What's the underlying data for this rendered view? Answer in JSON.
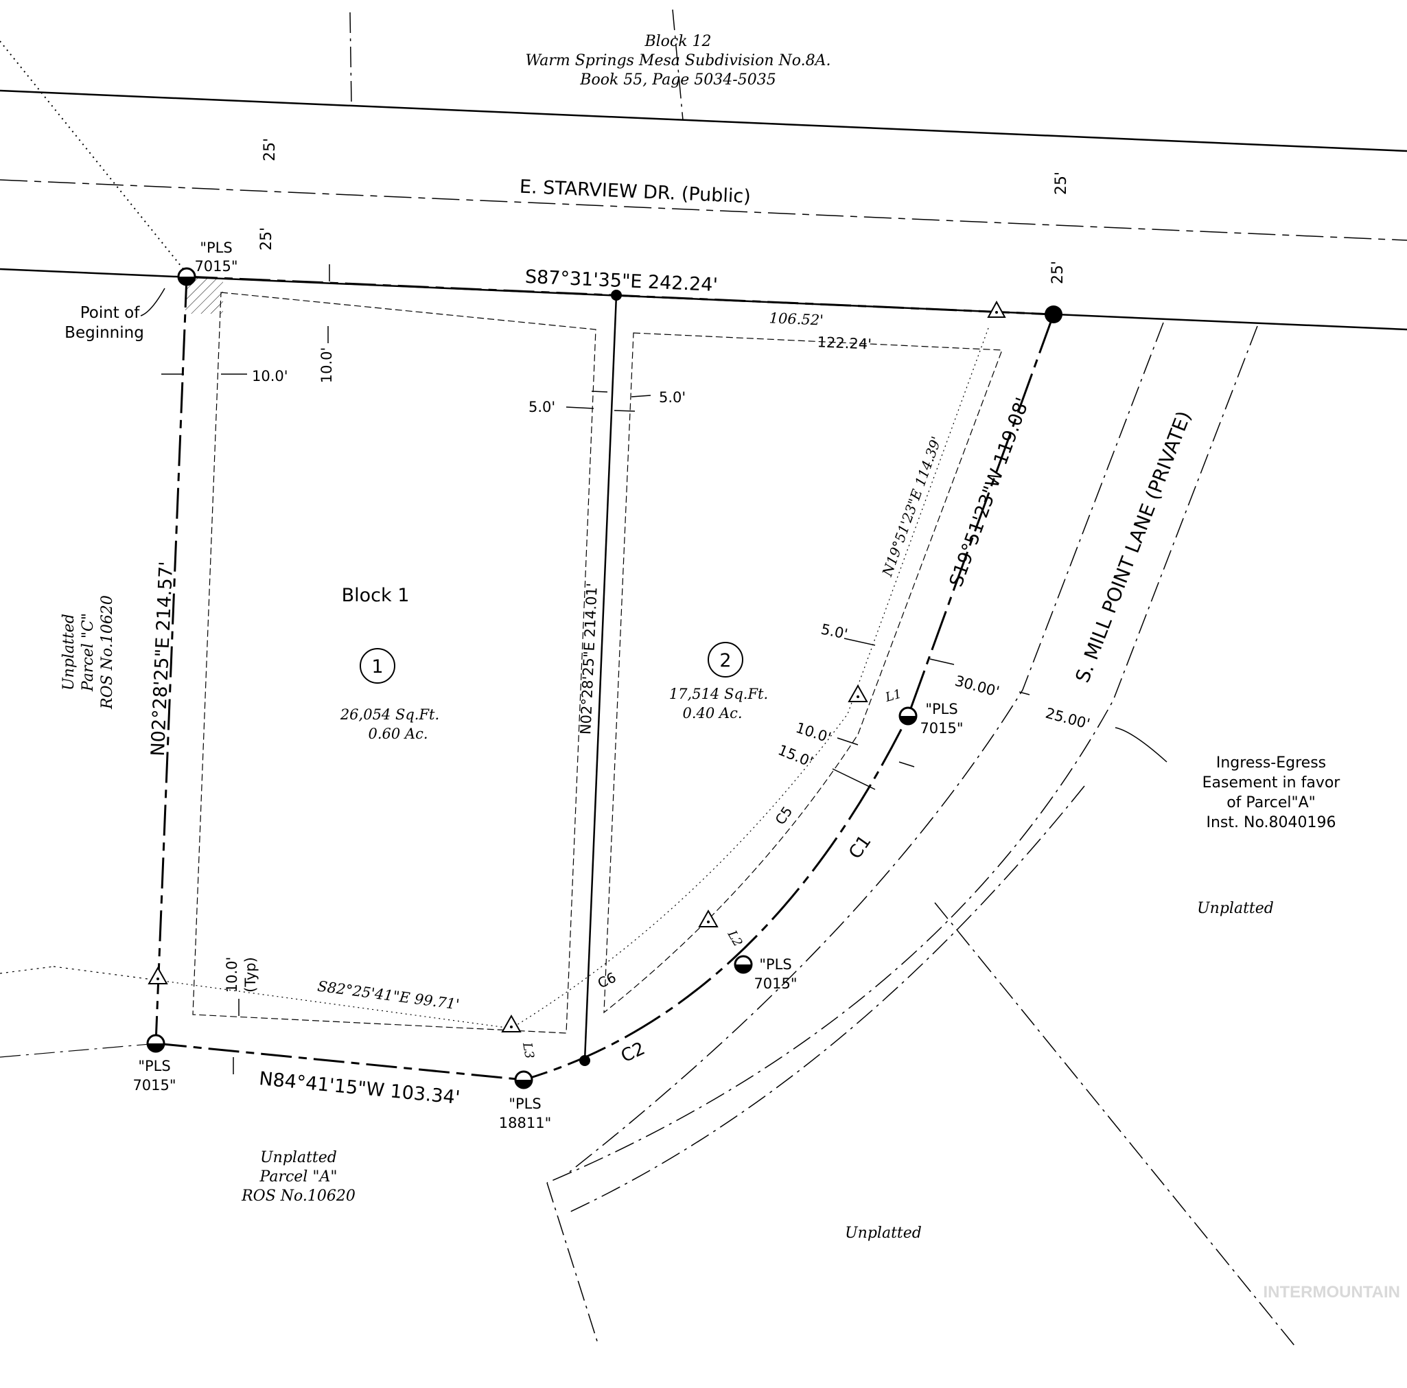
{
  "header": {
    "block_label": "Block 12",
    "subdivision": "Warm Springs Mesa Subdivision No.8A.",
    "book": "Book 55, Page 5034-5035"
  },
  "streets": {
    "starview": "E. STARVIEW DR. (Public)",
    "mill_point": "S. MILL POINT LANE (PRIVATE)"
  },
  "widths": {
    "w25": "25'"
  },
  "bearings": {
    "north_line": "S87°31'35\"E 242.24'",
    "west_line": "N02°28'25\"E 214.57'",
    "middle_line": "N02°28'25\"E 214.01'",
    "east_line": "S19°51'23\"W 119.08'",
    "south_line": "N84°41'15\"W 103.34'",
    "inner_south": "S82°25'41\"E 99.71'",
    "inner_east": "N19°51'23\"E 114.39'"
  },
  "distances": {
    "d106": "106.52'",
    "d122": "122.24'",
    "d10a": "10.0'",
    "d10b": "10.0'",
    "d5a": "5.0'",
    "d5b": "5.0'",
    "d5c": "5.0'",
    "d30": "30.00'",
    "d25": "25.00'",
    "d10c": "10.0'",
    "d15": "15.0'",
    "typ_10": "10.0'",
    "typ_label": "(Typ)"
  },
  "block": {
    "name": "Block 1"
  },
  "lots": [
    {
      "number": "1",
      "area_sqft": "26,054 Sq.Ft.",
      "area_ac": "0.60 Ac."
    },
    {
      "number": "2",
      "area_sqft": "17,514 Sq.Ft.",
      "area_ac": "0.40 Ac."
    }
  ],
  "curves": {
    "c1": "C1",
    "c2": "C2",
    "c5": "C5",
    "c6": "C6",
    "l1": "L1",
    "l2": "L2",
    "l3": "L3"
  },
  "monuments": {
    "pls_label": "\"PLS",
    "pls_7015": "7015\"",
    "pls_18811": "18811\""
  },
  "pob": {
    "line1": "Point of",
    "line2": "Beginning"
  },
  "parcels": {
    "parcel_c": [
      "Unplatted",
      "Parcel \"C\"",
      "ROS No.10620"
    ],
    "parcel_a": [
      "Unplatted",
      "Parcel \"A\"",
      "ROS No.10620"
    ],
    "unplatted": "Unplatted"
  },
  "easement": {
    "lines": [
      "Ingress-Egress",
      "Easement in favor",
      "of Parcel\"A\"",
      "Inst. No.8040196"
    ]
  },
  "watermark": "INTERMOUNTAIN"
}
